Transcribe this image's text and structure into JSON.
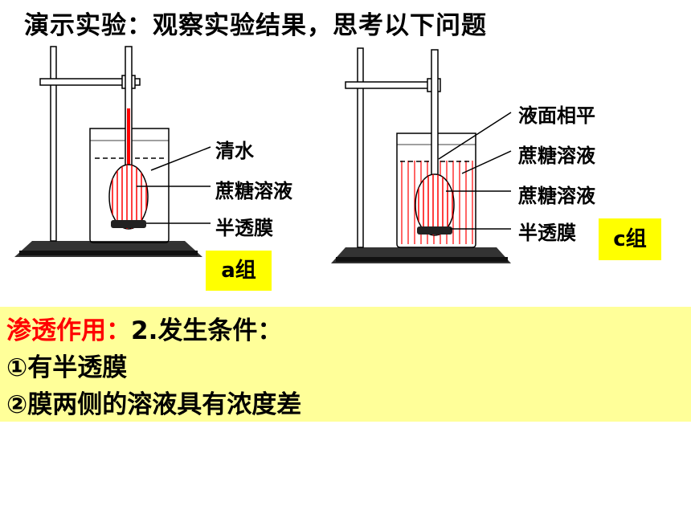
{
  "title": "演示实验：观察实验结果，思考以下问题",
  "group_a": {
    "tag": "a组",
    "labels": [
      "清水",
      "蔗糖溶液",
      "半透膜"
    ]
  },
  "group_c": {
    "tag": "c组",
    "labels": [
      "液面相平",
      "蔗糖溶液",
      "蔗糖溶液",
      "半透膜"
    ]
  },
  "panel": {
    "heading_red": "渗透作用：",
    "heading_black": "2.发生条件：",
    "line1": "①有半透膜",
    "line2": "②膜两侧的溶液具有浓度差"
  },
  "colors": {
    "highlight": "#ffff00",
    "panel_bg": "#ffff99",
    "accent_red": "#ff0000"
  }
}
